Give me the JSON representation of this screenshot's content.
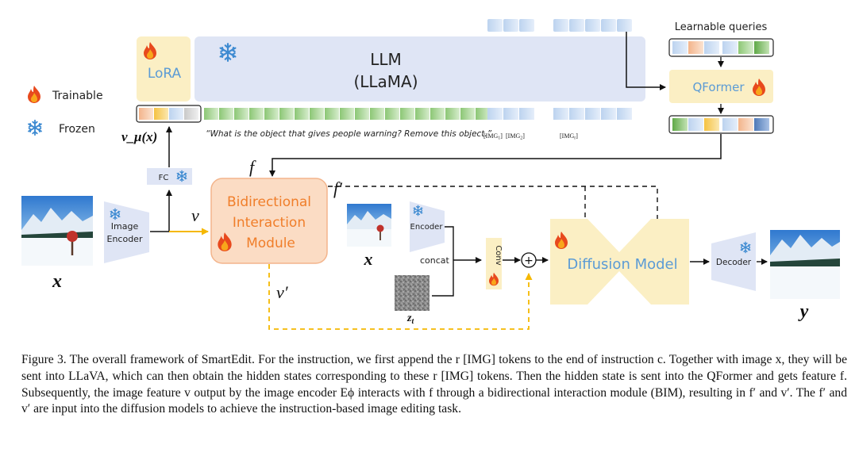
{
  "figure": {
    "legend": {
      "trainable_label": "Trainable",
      "frozen_label": "Frozen"
    },
    "llm": {
      "title": "LLM",
      "subtitle": "(LLaMA)"
    },
    "lora": {
      "label": "LoRA"
    },
    "qformer": {
      "label": "QFormer"
    },
    "learnable_queries": {
      "label": "Learnable queries"
    },
    "instruction": {
      "text": "“What is the object that gives people warning? Remove this object.”",
      "img1": "[IMG",
      "img1_sub": "1",
      "img2": "[IMG",
      "img2_sub": "2",
      "imgr": "[IMG",
      "imgr_sub": "r"
    },
    "vmu_label": "v_μ(x)",
    "fc": {
      "label": "FC"
    },
    "image_encoder": {
      "line1": "Image",
      "line2": "Encoder"
    },
    "bim": {
      "line1": "Bidirectional",
      "line2": "Interaction",
      "line3": "Module"
    },
    "symbols": {
      "f": "f",
      "f_prime": "f′",
      "v": "v",
      "v_prime": "v′",
      "x": "x",
      "y": "y",
      "zt": "z",
      "zt_sub": "t",
      "plus": "+"
    },
    "encoder": {
      "label": "Encoder"
    },
    "concat": {
      "label": "concat"
    },
    "conv": {
      "label": "Conv"
    },
    "diffusion": {
      "label": "Diffusion Model"
    },
    "decoder": {
      "label": "Decoder"
    },
    "colors": {
      "llm_fill": "#dfe5f5",
      "lora_fill": "#fbefc4",
      "bim_fill": "#fbdcc4",
      "bim_text": "#f07e2a",
      "diffusion_fill": "#fbefc4",
      "diffusion_text": "#5b9bd5",
      "accent_yellow": "#f5b800"
    }
  },
  "caption": {
    "paragraph": "Figure 3. The overall framework of SmartEdit. For the instruction, we first append the r [IMG] tokens to the end of instruction c. Together with image x, they will be sent into LLaVA, which can then obtain the hidden states corresponding to these r [IMG] tokens. Then the hidden state is sent into the QFormer and gets feature f. Subsequently, the image feature v output by the image encoder Eϕ interacts with f through a bidirectional interaction module (BIM), resulting in f′ and v′. The f′ and v′ are input into the diffusion models to achieve the instruction-based image editing task."
  }
}
